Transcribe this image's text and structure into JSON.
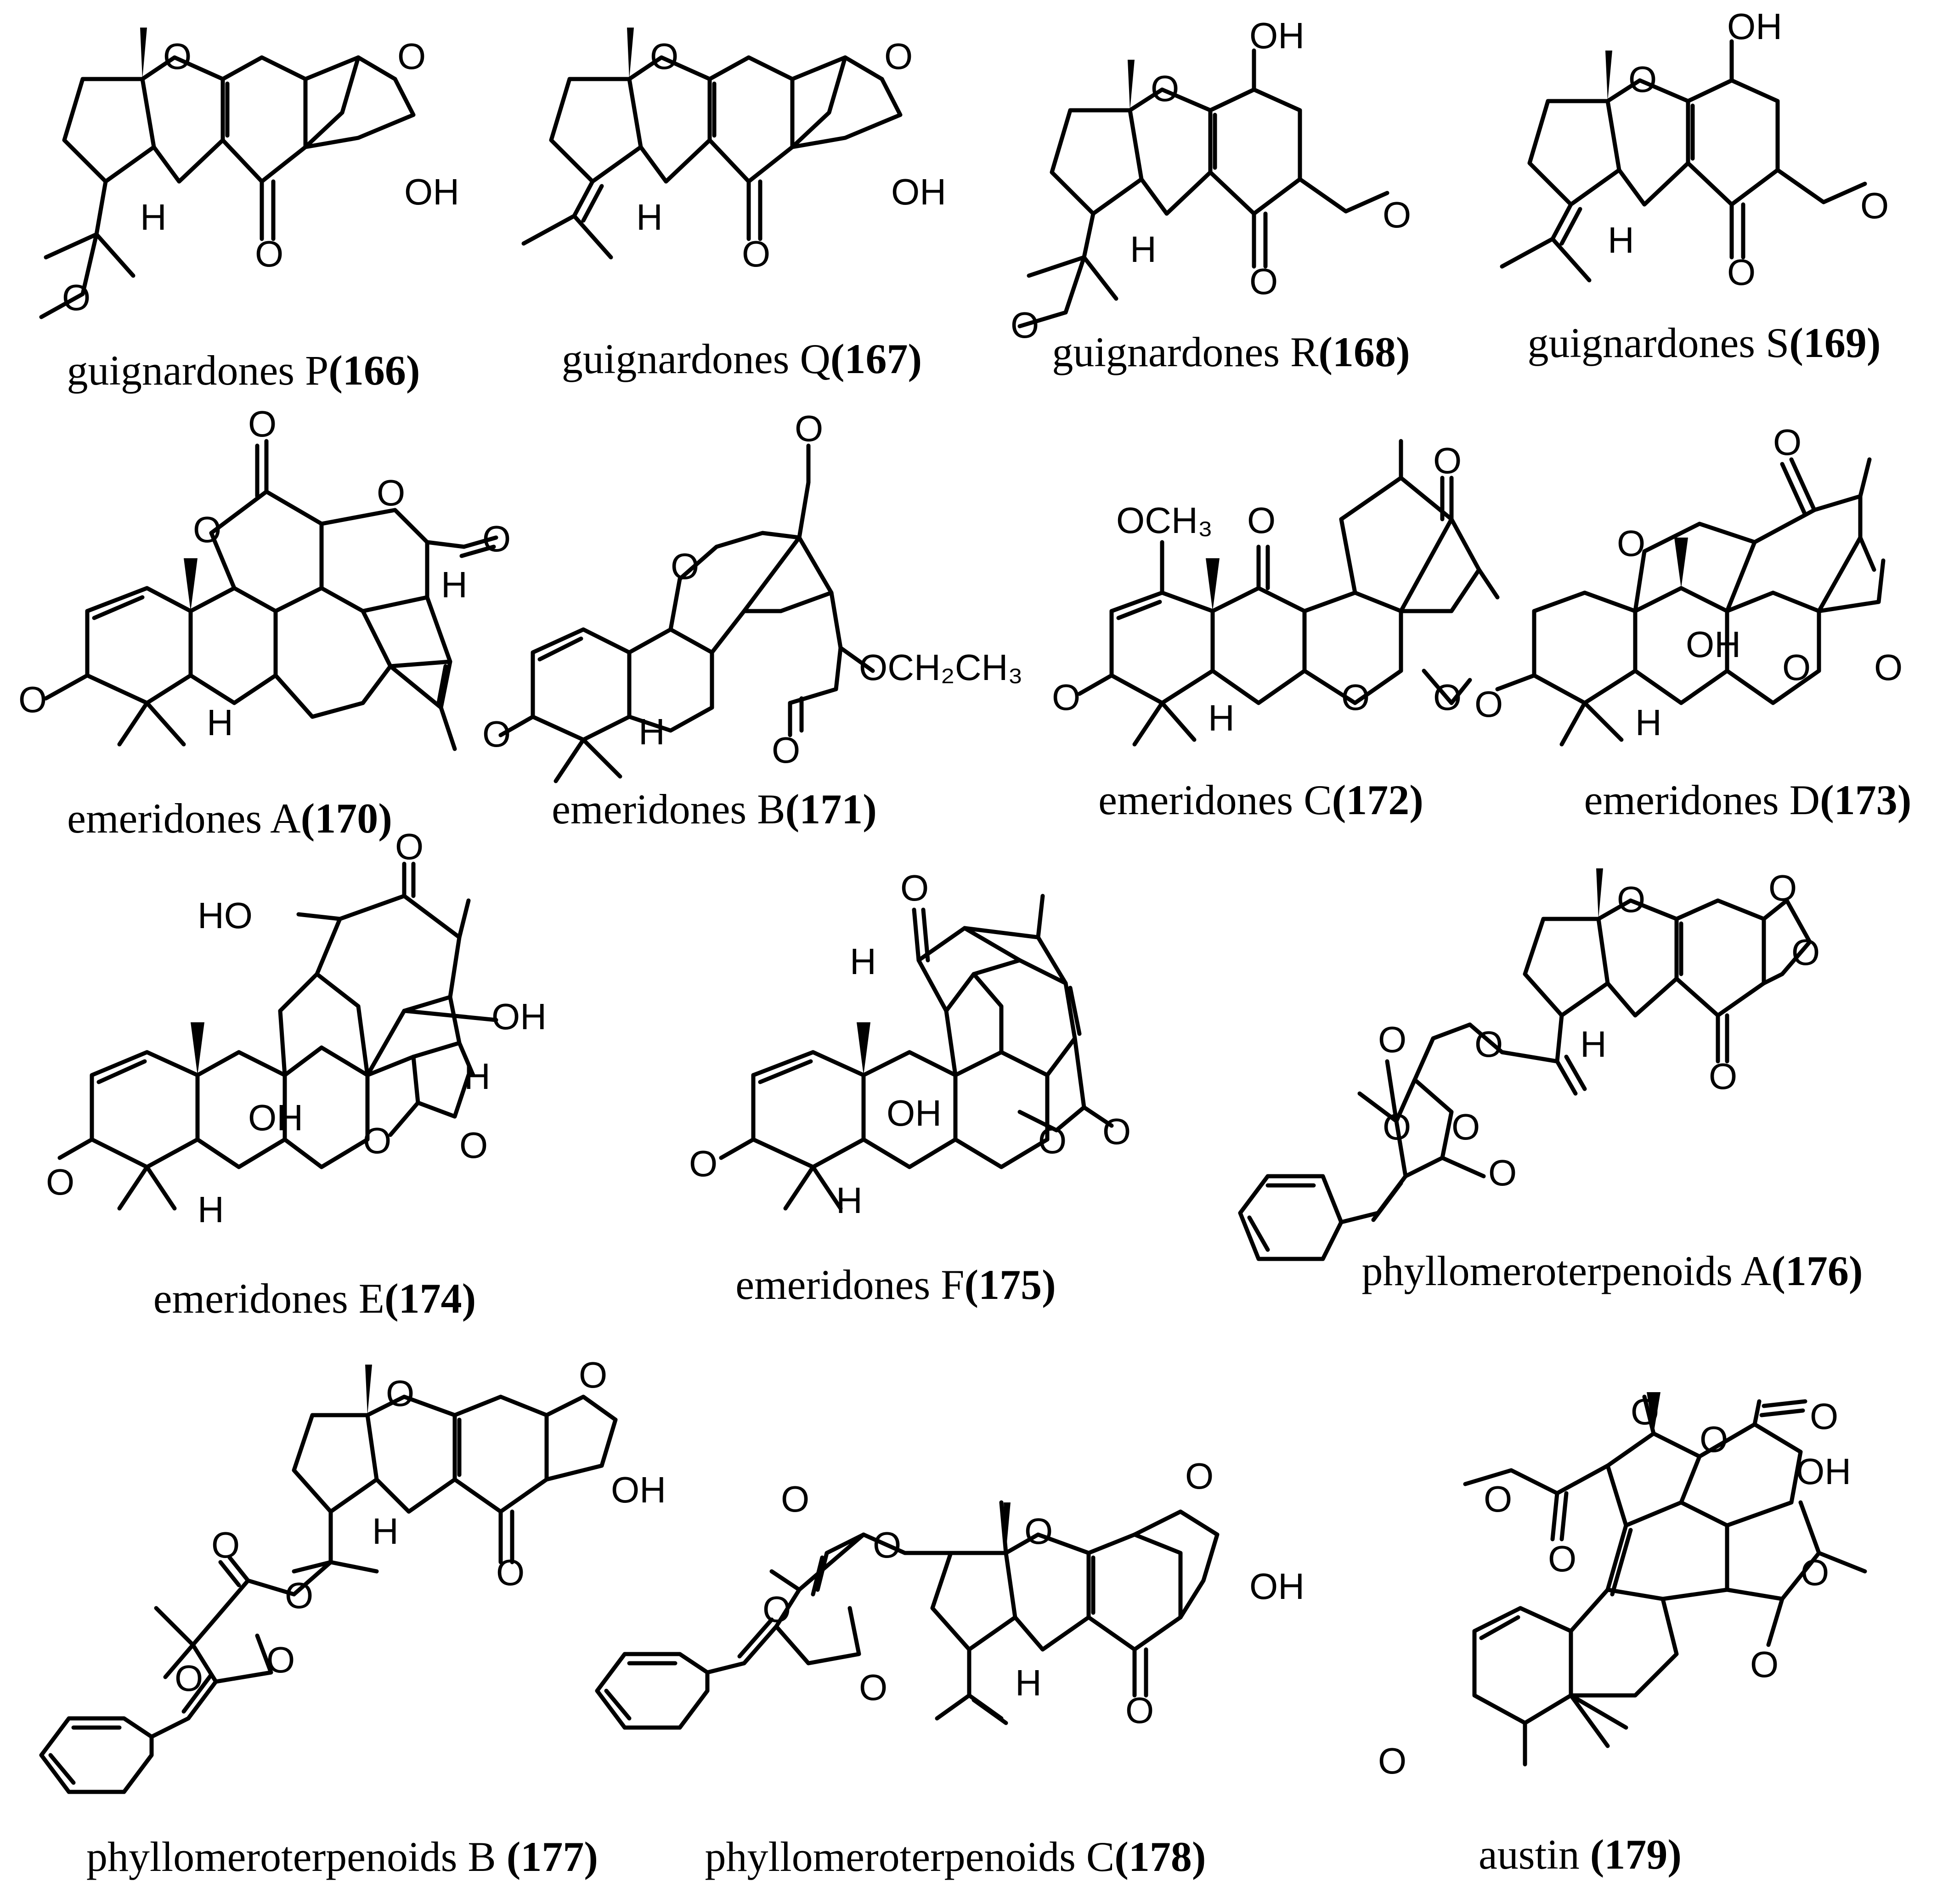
{
  "compounds": [
    {
      "name": "guignardones P",
      "id": "(166)",
      "atoms": [
        "O",
        "O",
        "OH",
        "O",
        "H",
        "O"
      ]
    },
    {
      "name": "guignardones Q",
      "id": "(167)",
      "atoms": [
        "O",
        "O",
        "OH",
        "O",
        "H"
      ]
    },
    {
      "name": "guignardones R",
      "id": "(168)",
      "atoms": [
        "OH",
        "O",
        "O",
        "O",
        "H",
        "O"
      ]
    },
    {
      "name": "guignardones S",
      "id": "(169)",
      "atoms": [
        "OH",
        "O",
        "O",
        "O",
        "H"
      ]
    },
    {
      "name": "emeridones A",
      "id": "(170)",
      "atoms": [
        "O",
        "O",
        "O",
        "O",
        "H",
        "O",
        "H"
      ]
    },
    {
      "name": "emeridones B",
      "id": "(171)",
      "atoms": [
        "O",
        "O",
        "O",
        "OCH₂CH₃",
        "O",
        "H"
      ]
    },
    {
      "name": "emeridones C",
      "id": "(172)",
      "atoms": [
        "OCH₃",
        "O",
        "O",
        "O",
        "O",
        "H",
        "O"
      ]
    },
    {
      "name": "emeridones D",
      "id": "(173)",
      "atoms": [
        "O",
        "O",
        "OH",
        "O",
        "O",
        "O",
        "H"
      ]
    },
    {
      "name": "emeridones E",
      "id": "(174)",
      "atoms": [
        "HO",
        "O",
        "OH",
        "OH",
        "H",
        "O",
        "O",
        "O",
        "H"
      ]
    },
    {
      "name": "emeridones F",
      "id": "(175)",
      "atoms": [
        "O",
        "H",
        "OH",
        "O",
        "O",
        "O",
        "H"
      ]
    },
    {
      "name": "phyllomeroterpenoids A",
      "id": "(176)",
      "atoms": [
        "O",
        "O",
        "O",
        "H",
        "O",
        "O",
        "O",
        "O",
        "O",
        "O"
      ]
    },
    {
      "name": "phyllomeroterpenoids B ",
      "id": "(177)",
      "atoms": [
        "O",
        "O",
        "OH",
        "O",
        "H",
        "O",
        "O",
        "O",
        "O"
      ]
    },
    {
      "name": "phyllomeroterpenoids C",
      "id": "(178)",
      "atoms": [
        "O",
        "O",
        "O",
        "O",
        "OH",
        "O",
        "O",
        "O",
        "H"
      ]
    },
    {
      "name": "austin ",
      "id": "(179)",
      "atoms": [
        "O",
        "O",
        "O",
        "OH",
        "O",
        "O",
        "O",
        "O",
        "O"
      ]
    }
  ]
}
